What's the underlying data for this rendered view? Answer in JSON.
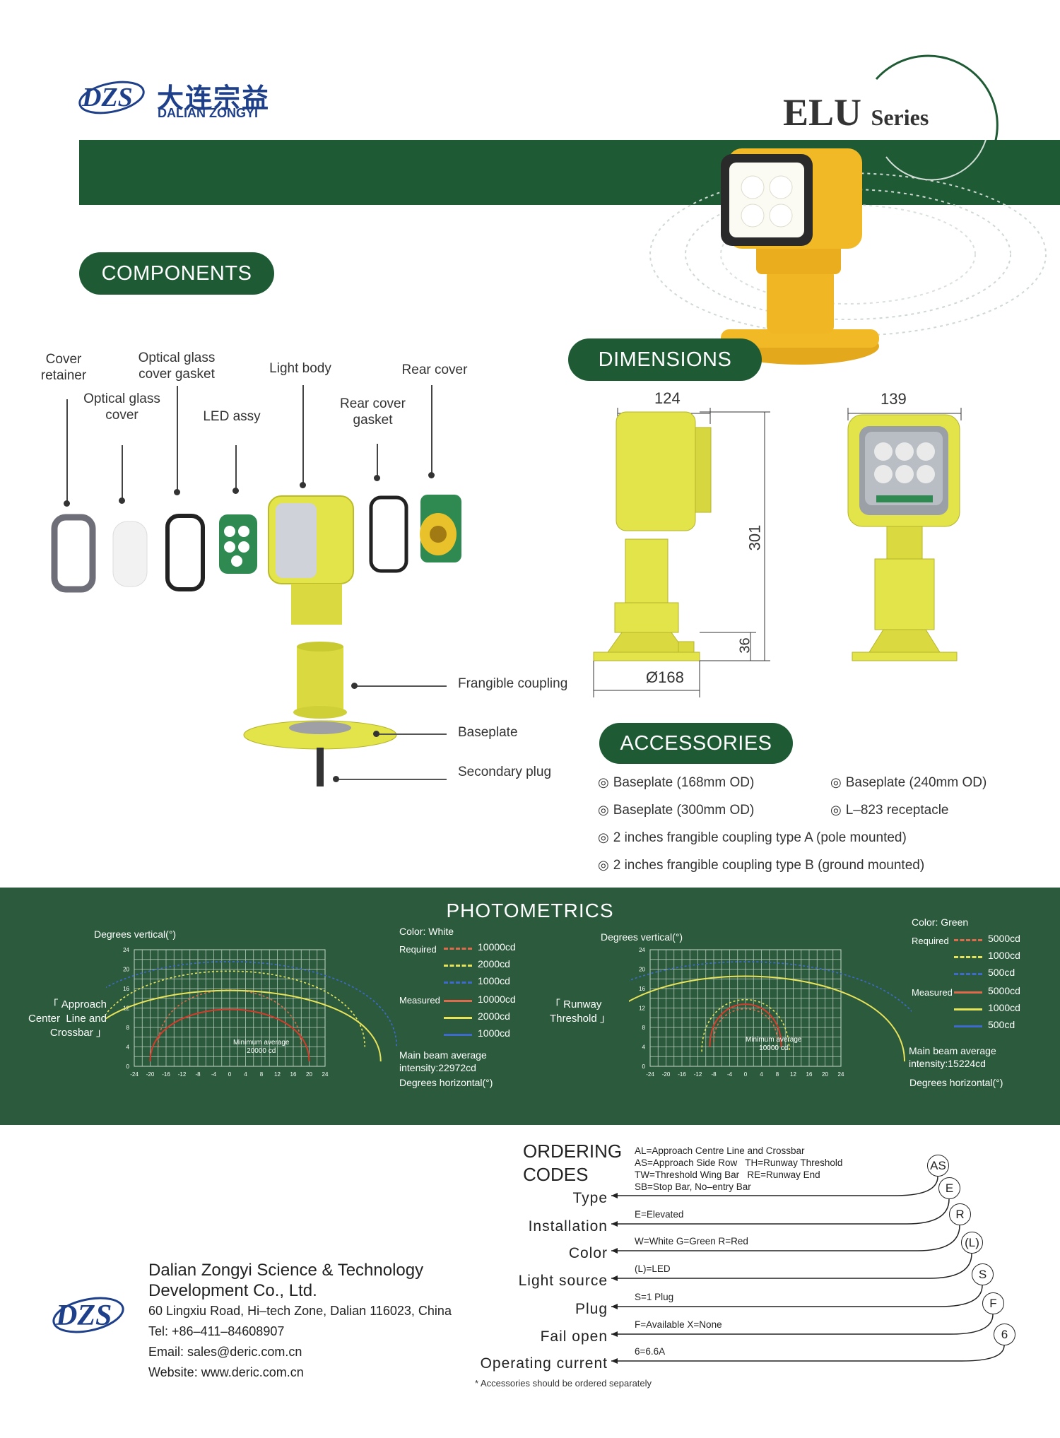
{
  "brand": {
    "logo_text": "DZS",
    "cn_name": "大连宗益",
    "en_name": "DALIAN ZONGYI"
  },
  "series": {
    "name": "ELU",
    "suffix": "Series"
  },
  "colors": {
    "green": "#1e5b35",
    "lamp_yellow": "#e3e34a"
  },
  "components": {
    "heading": "COMPONENTS",
    "labels": {
      "cover_retainer": "Cover\nretainer",
      "optical_glass_cover": "Optical glass\ncover",
      "optical_glass_cover_gasket": "Optical glass\ncover gasket",
      "led_assy": "LED assy",
      "light_body": "Light body",
      "rear_cover_gasket": "Rear cover\ngasket",
      "rear_cover": "Rear cover",
      "frangible_coupling": "Frangible coupling",
      "baseplate": "Baseplate",
      "secondary_plug": "Secondary plug"
    }
  },
  "dimensions": {
    "heading": "DIMENSIONS",
    "width_side": "124",
    "width_front": "139",
    "height": "301",
    "base_height": "36",
    "base_diameter": "Ø168"
  },
  "accessories": {
    "heading": "ACCESSORIES",
    "bullet": "◎",
    "items": [
      "Baseplate (168mm OD)",
      "Baseplate (240mm OD)",
      "Baseplate (300mm OD)",
      "L–823 receptacle",
      "2 inches frangible coupling type A (pole mounted)",
      "2 inches frangible coupling type B (ground mounted)"
    ]
  },
  "photometrics": {
    "heading": "PHOTOMETRICS",
    "left": {
      "ylabel": "Degrees vertical(°)",
      "xlabel": "Degrees horizontal(°)",
      "side_label": "「 Approach\nCenter  Line and\nCrossbar 」",
      "color_label": "Color: White",
      "required_label": "Required",
      "measured_label": "Measured",
      "required": [
        "10000cd",
        "2000cd",
        "1000cd"
      ],
      "measured": [
        "10000cd",
        "2000cd",
        "1000cd"
      ],
      "main_beam": "Main beam average\nintensity:22972cd",
      "min_avg": "Minimum average\n20000 cd",
      "ticks_x": [
        "-24",
        "-20",
        "-16",
        "-12",
        "-8",
        "-4",
        "0",
        "4",
        "8",
        "12",
        "16",
        "20",
        "24"
      ],
      "ticks_y": [
        "24",
        "20",
        "16",
        "12",
        "8",
        "4",
        "0"
      ]
    },
    "right": {
      "ylabel": "Degrees vertical(°)",
      "xlabel": "Degrees horizontal(°)",
      "side_label": "「 Runway\nThreshold 」",
      "color_label": "Color: Green",
      "required_label": "Required",
      "measured_label": "Measured",
      "required": [
        "5000cd",
        "1000cd",
        "500cd"
      ],
      "measured": [
        "5000cd",
        "1000cd",
        "500cd"
      ],
      "main_beam": "Main beam average\nintensity:15224cd",
      "min_avg": "Minimum average\n10000 cd",
      "ticks_x": [
        "-24",
        "-20",
        "-16",
        "-12",
        "-8",
        "-4",
        "0",
        "4",
        "8",
        "12",
        "16",
        "20",
        "24"
      ],
      "ticks_y": [
        "24",
        "20",
        "16",
        "12",
        "8",
        "4",
        "0"
      ]
    }
  },
  "ordering": {
    "heading": "ORDERING\nCODES",
    "type_desc": "AL=Approach Centre Line and Crossbar\nAS=Approach Side Row   TH=Runway Threshold\nTW=Threshold Wing Bar   RE=Runway End\nSB=Stop Bar, No–entry Bar",
    "rows": [
      {
        "label": "Type",
        "code": "AS"
      },
      {
        "label": "Installation",
        "desc": "E=Elevated",
        "code": "E"
      },
      {
        "label": "Color",
        "desc": "W=White  G=Green  R=Red",
        "code": "R"
      },
      {
        "label": "Light source",
        "desc": "(L)=LED",
        "code": "(L)"
      },
      {
        "label": "Plug",
        "desc": "S=1 Plug",
        "code": "S"
      },
      {
        "label": "Fail open",
        "desc": "F=Available        X=None",
        "code": "F"
      },
      {
        "label": "Operating current",
        "desc": "6=6.6A",
        "code": "6"
      }
    ],
    "note": "* Accessories should be ordered separately"
  },
  "contact": {
    "company": "Dalian Zongyi Science & Technology\nDevelopment Co., Ltd.",
    "address": "60 Lingxiu Road, Hi–tech Zone, Dalian 116023, China",
    "tel": "Tel: +86–411–84608907",
    "email": "Email: sales@deric.com.cn",
    "website": "Website:  www.deric.com.cn"
  }
}
